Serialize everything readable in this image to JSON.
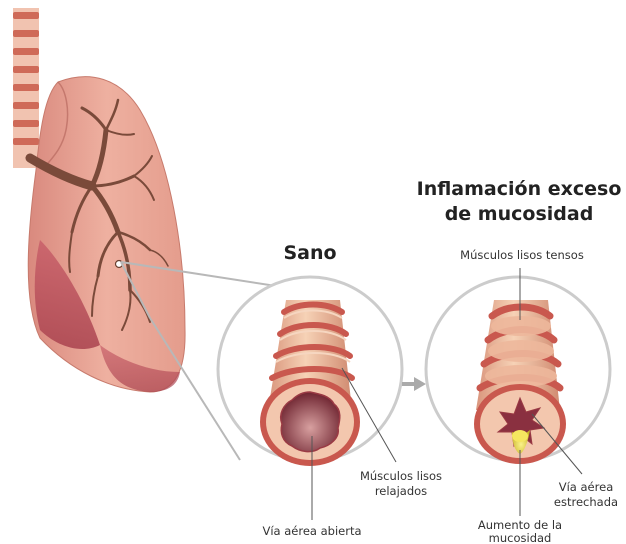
{
  "title_healthy": "Sano",
  "title_inflamed_line1": "Inflamación exceso",
  "title_inflamed_line2": "de mucosidad",
  "label_tense_muscles": "Músculos lisos tensos",
  "label_relaxed_muscles_line1": "Músculos lisos",
  "label_relaxed_muscles_line2": "relajados",
  "label_open_airway": "Vía aérea abierta",
  "label_narrowed_airway_line1": "Vía aérea",
  "label_narrowed_airway_line2": "estrechada",
  "label_mucus_line1": "Aumento de la",
  "label_mucus_line2": "mucosidad",
  "colors": {
    "lung": "#e8a294",
    "lung_dark": "#c86a6a",
    "bronchi": "#7a4a3a",
    "trachea_ring": "#d26a5c",
    "muscle_band": "#c9584e",
    "airway_tissue": "#f0c2a8",
    "mucus": "#e6d84a",
    "circle": "#cccccc",
    "arrow": "#aaaaaa"
  }
}
